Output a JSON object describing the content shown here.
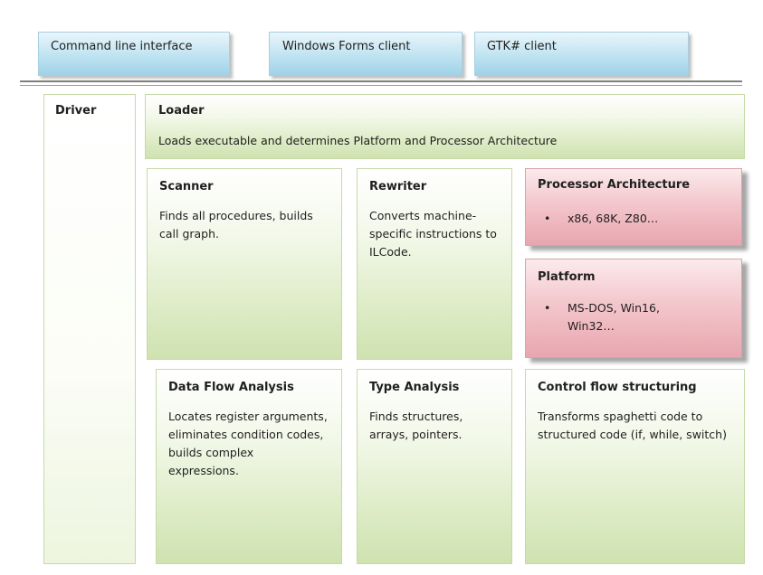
{
  "clients": [
    {
      "label": "Command line interface"
    },
    {
      "label": "Windows Forms client"
    },
    {
      "label": "GTK# client"
    }
  ],
  "driver": {
    "title": "Driver"
  },
  "loader": {
    "title": "Loader",
    "desc": "Loads executable and determines Platform and Processor Architecture"
  },
  "scanner": {
    "title": "Scanner",
    "desc": "Finds all procedures, builds call graph."
  },
  "rewriter": {
    "title": "Rewriter",
    "desc": "Converts machine-specific instructions to ILCode."
  },
  "processor_architecture": {
    "title": "Processor Architecture",
    "items": [
      "x86,  68K, Z80…"
    ]
  },
  "platform": {
    "title": "Platform",
    "items": [
      "MS-DOS, Win16, Win32…"
    ]
  },
  "data_flow_analysis": {
    "title": "Data Flow Analysis",
    "desc": "Locates register arguments, eliminates condition codes, builds complex expressions."
  },
  "type_analysis": {
    "title": "Type Analysis",
    "desc": "Finds structures, arrays, pointers."
  },
  "control_flow_structuring": {
    "title": "Control flow structuring",
    "desc": "Transforms spaghetti code to structured code (if, while, switch)"
  },
  "colors": {
    "client": "#bfe3f1",
    "green": "#dcebc4",
    "red": "#f3c7cc",
    "separator": "#7f7f7f"
  }
}
